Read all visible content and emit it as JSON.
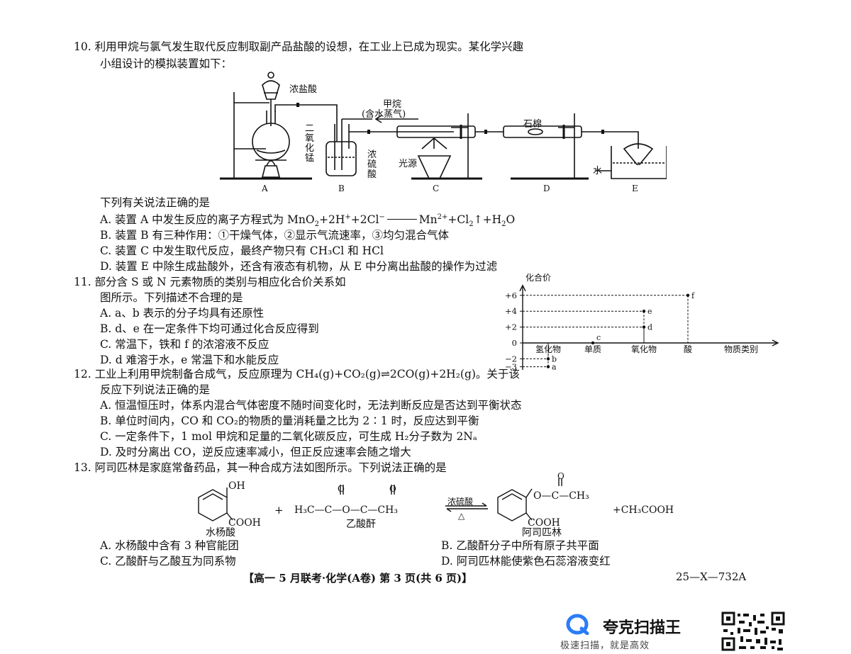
{
  "q10": {
    "stem1": "10. 利用甲烷与氯气发生取代反应制取副产品盐酸的设想，在工业上已成为现实。某化学兴趣",
    "stem2": "小组设计的模拟装置如下：",
    "labels": {
      "conc_hcl": "浓盐酸",
      "methane": "甲烷",
      "water_vapor": "(含水蒸气)",
      "mno2": "二氧化锰",
      "asbestos": "石棉",
      "conc_h2so4": "浓硫酸",
      "light": "光源",
      "water": "水",
      "A": "A",
      "B": "B",
      "C": "C",
      "D": "D",
      "E": "E"
    },
    "question": "下列有关说法正确的是",
    "optA_pre": "A. 装置 A 中发生反应的离子方程式为 MnO",
    "optA_mid": "+2H",
    "optA_cl": "+2Cl",
    "optA_mn": "Mn",
    "optA_post": "+Cl",
    "optA_end": "↑+H",
    "optA_o": "O",
    "optB": "B. 装置 B 有三种作用：①干燥气体，②显示气流速率，③均匀混合气体",
    "optC": "C. 装置 C 中发生取代反应，最终产物只有 CH₃Cl 和 HCl",
    "optD": "D. 装置 E 中除生成盐酸外，还含有液态有机物，从 E 中分离出盐酸的操作为过滤"
  },
  "q11": {
    "stem1": "11. 部分含 S 或 N 元素物质的类别与相应化合价关系如",
    "stem2": "图所示。下列描述不合理的是",
    "optA": "A. a、b 表示的分子均具有还原性",
    "optB": "B. d、e 在一定条件下均可通过化合反应得到",
    "optC": "C. 常温下，铁和 f 的浓溶液不反应",
    "optD": "D. d 难溶于水，e 常温下和水能反应",
    "chart": {
      "ylabel": "化合价",
      "xlabel": "物质类别",
      "yticks": [
        "+6",
        "+4",
        "+2",
        "0",
        "−2",
        "−3"
      ],
      "categories": [
        "氢化物",
        "单质",
        "氧化物",
        "酸"
      ],
      "points": [
        "a",
        "b",
        "c",
        "d",
        "e",
        "f"
      ]
    }
  },
  "chart_data": {
    "type": "scatter",
    "title": "",
    "ylabel": "化合价",
    "xlabel": "物质类别",
    "categories": [
      "氢化物",
      "单质",
      "氧化物",
      "酸"
    ],
    "ylim": [
      -3,
      6
    ],
    "points": [
      {
        "label": "a",
        "x": "氢化物",
        "y": -3
      },
      {
        "label": "b",
        "x": "氢化物",
        "y": -2
      },
      {
        "label": "c",
        "x": "单质",
        "y": 0
      },
      {
        "label": "d",
        "x": "氧化物",
        "y": 2
      },
      {
        "label": "e",
        "x": "氧化物",
        "y": 4
      },
      {
        "label": "f",
        "x": "酸",
        "y": 6
      }
    ]
  },
  "q12": {
    "stem1": "12. 工业上利用甲烷制备合成气，反应原理为 CH₄(g)+CO₂(g)⇌2CO(g)+2H₂(g)。关于该",
    "stem2": "反应下列说法正确的是",
    "optA": "A. 恒温恒压时，体系内混合气体密度不随时间变化时，无法判断反应是否达到平衡状态",
    "optB": "B. 单位时间内，CO 和 CO₂的物质的量消耗量之比为 2∶1 时，反应达到平衡",
    "optC": "C. 一定条件下，1 mol 甲烷和足量的二氧化碳反应，可生成 H₂分子数为 2Nₐ",
    "optD": "D. 及时分离出 CO，逆反应速率减小，但正反应速率会随之增大"
  },
  "q13": {
    "stem": "13. 阿司匹林是家庭常备药品，其一种合成方法如图所示。下列说法正确的是",
    "scheme": {
      "oh": "OH",
      "cooh1": "COOH",
      "salicylic": "水杨酸",
      "plus": "+",
      "anhydride_formula": "H₃C—C—O—C—CH₃",
      "anhydride": "乙酸酐",
      "catalyst": "浓硫酸",
      "heat": "△",
      "ester_top": "O—C—CH₃",
      "cooh2": "COOH",
      "aspirin": "阿司匹林",
      "byproduct": "+CH₃COOH",
      "o": "O"
    },
    "optA": "A. 水杨酸中含有 3 种官能团",
    "optB": "B. 乙酸酐分子中所有原子共平面",
    "optC": "C. 乙酸酐与乙酸互为同系物",
    "optD": "D. 阿司匹林能使紫色石蕊溶液变红"
  },
  "footer": {
    "text": "【高一 5 月联考·化学(A卷)  第 3 页(共 6 页)】",
    "code": "25—X—732A"
  },
  "brand": {
    "name": "夸克扫描王",
    "slogan": "极速扫描，就是高效"
  }
}
